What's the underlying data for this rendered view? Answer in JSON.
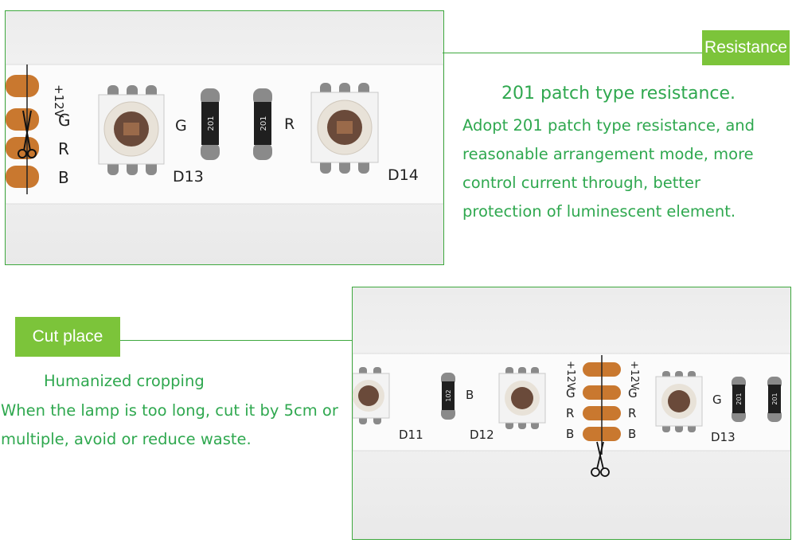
{
  "resistance": {
    "tag": "Resistance",
    "title": "201 patch type resistance.",
    "lines": [
      "Adopt 201 patch type resistance, and",
      "reasonable arrangement mode, more",
      "control current through, better",
      "protection of luminescent element."
    ]
  },
  "cut_place": {
    "tag": "Cut place",
    "title": "Humanized cropping",
    "lines": [
      "When the lamp is too long, cut it by 5cm or",
      "multiple, avoid or reduce waste."
    ]
  },
  "photo_top": {
    "pad_labels": [
      "+12V",
      "G",
      "R",
      "B"
    ],
    "resistor_codes": [
      "201",
      "201"
    ],
    "resistor_letters": [
      "G",
      "R"
    ],
    "led_labels": [
      "D13",
      "D14"
    ]
  },
  "photo_bottom": {
    "pad_labels": [
      "+12V",
      "G",
      "R",
      "B"
    ],
    "resistor_codes": [
      "102",
      "201",
      "201"
    ],
    "resistor_letters": [
      "B",
      "G"
    ],
    "led_labels": [
      "D11",
      "D12",
      "D13"
    ]
  },
  "colors": {
    "accent_green": "#7cc43a",
    "text_green": "#2fa84f",
    "copper": "#c9782f",
    "strip": "#fafafa"
  }
}
